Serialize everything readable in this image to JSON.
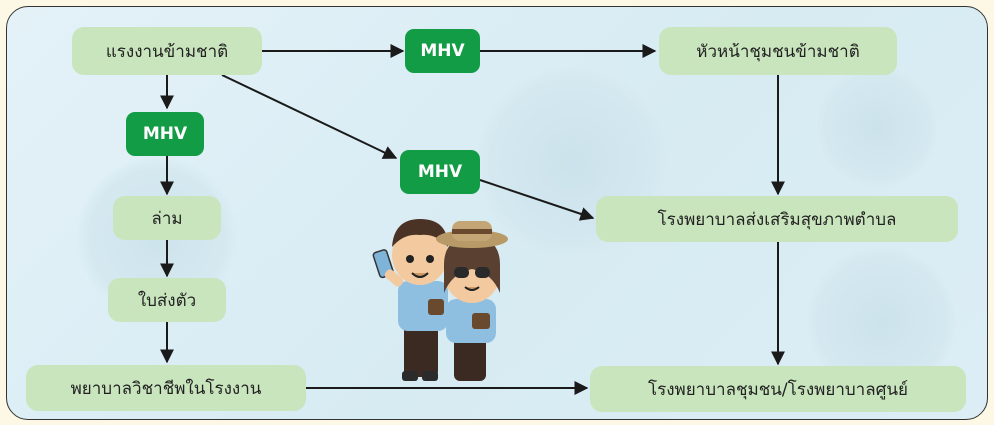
{
  "nodes": {
    "foreign_workers": "แรงงานข้ามชาติ",
    "community_leader": "หัวหน้าชุมชนข้ามชาติ",
    "interpreter": "ล่าม",
    "referral": "ใบส่งตัว",
    "factory_nurse": "พยาบาลวิชาชีพในโรงงาน",
    "sub_district_hospital": "โรงพยาบาลส่งเสริมสุขภาพตำบล",
    "community_hospital": "โรงพยาบาลชุมชน/โรงพยาบาลศูนย์"
  },
  "mhv": {
    "label_top": "MHV",
    "label_left": "MHV",
    "label_middle": "MHV"
  },
  "colors": {
    "node_fill": "#c9e5bd",
    "mhv_fill": "#129c46",
    "arrow": "#1a1a1a",
    "background": "#dcedf5"
  }
}
